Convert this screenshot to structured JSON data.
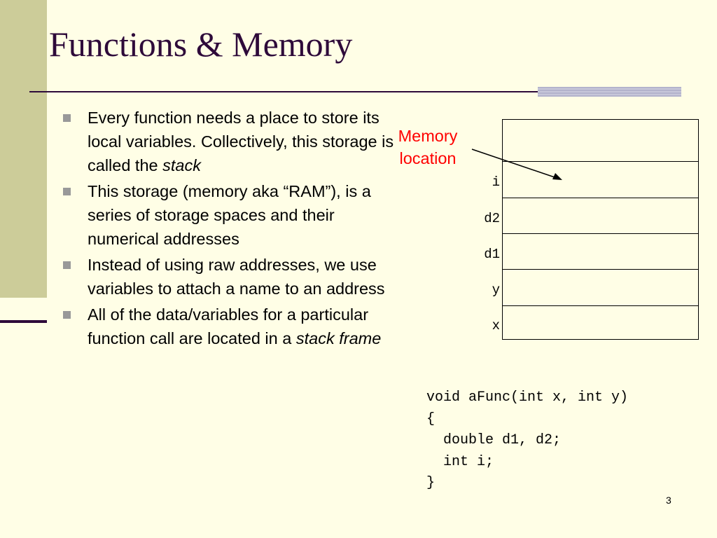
{
  "slide": {
    "title": "Functions & Memory",
    "page_number": "3"
  },
  "bullets": [
    {
      "text": "Every function needs a place to store its local variables. Collectively, this storage is called the ",
      "emphasis": "stack",
      "tail": ""
    },
    {
      "text": "This storage (memory aka “RAM”), is a series of storage spaces and their numerical addresses",
      "emphasis": "",
      "tail": ""
    },
    {
      "text": "Instead of using raw addresses, we use variables to attach a name to an address",
      "emphasis": "",
      "tail": ""
    },
    {
      "text": "All of the data/variables for a particular function call are located in a ",
      "emphasis": "stack frame",
      "tail": ""
    }
  ],
  "memory": {
    "label_line1": "Memory",
    "label_line2": "location",
    "row_labels": [
      "i",
      "d2",
      "d1",
      "y",
      "x"
    ],
    "label_color": "#ff0000"
  },
  "code": {
    "lines": [
      "void aFunc(int x, int y)",
      "{",
      "  double d1, d2;",
      "  int i;",
      "}"
    ]
  },
  "colors": {
    "background": "#fffee6",
    "sidebar": "#cccc99",
    "title": "#2e0a3a",
    "bullet_marker": "#999999"
  }
}
